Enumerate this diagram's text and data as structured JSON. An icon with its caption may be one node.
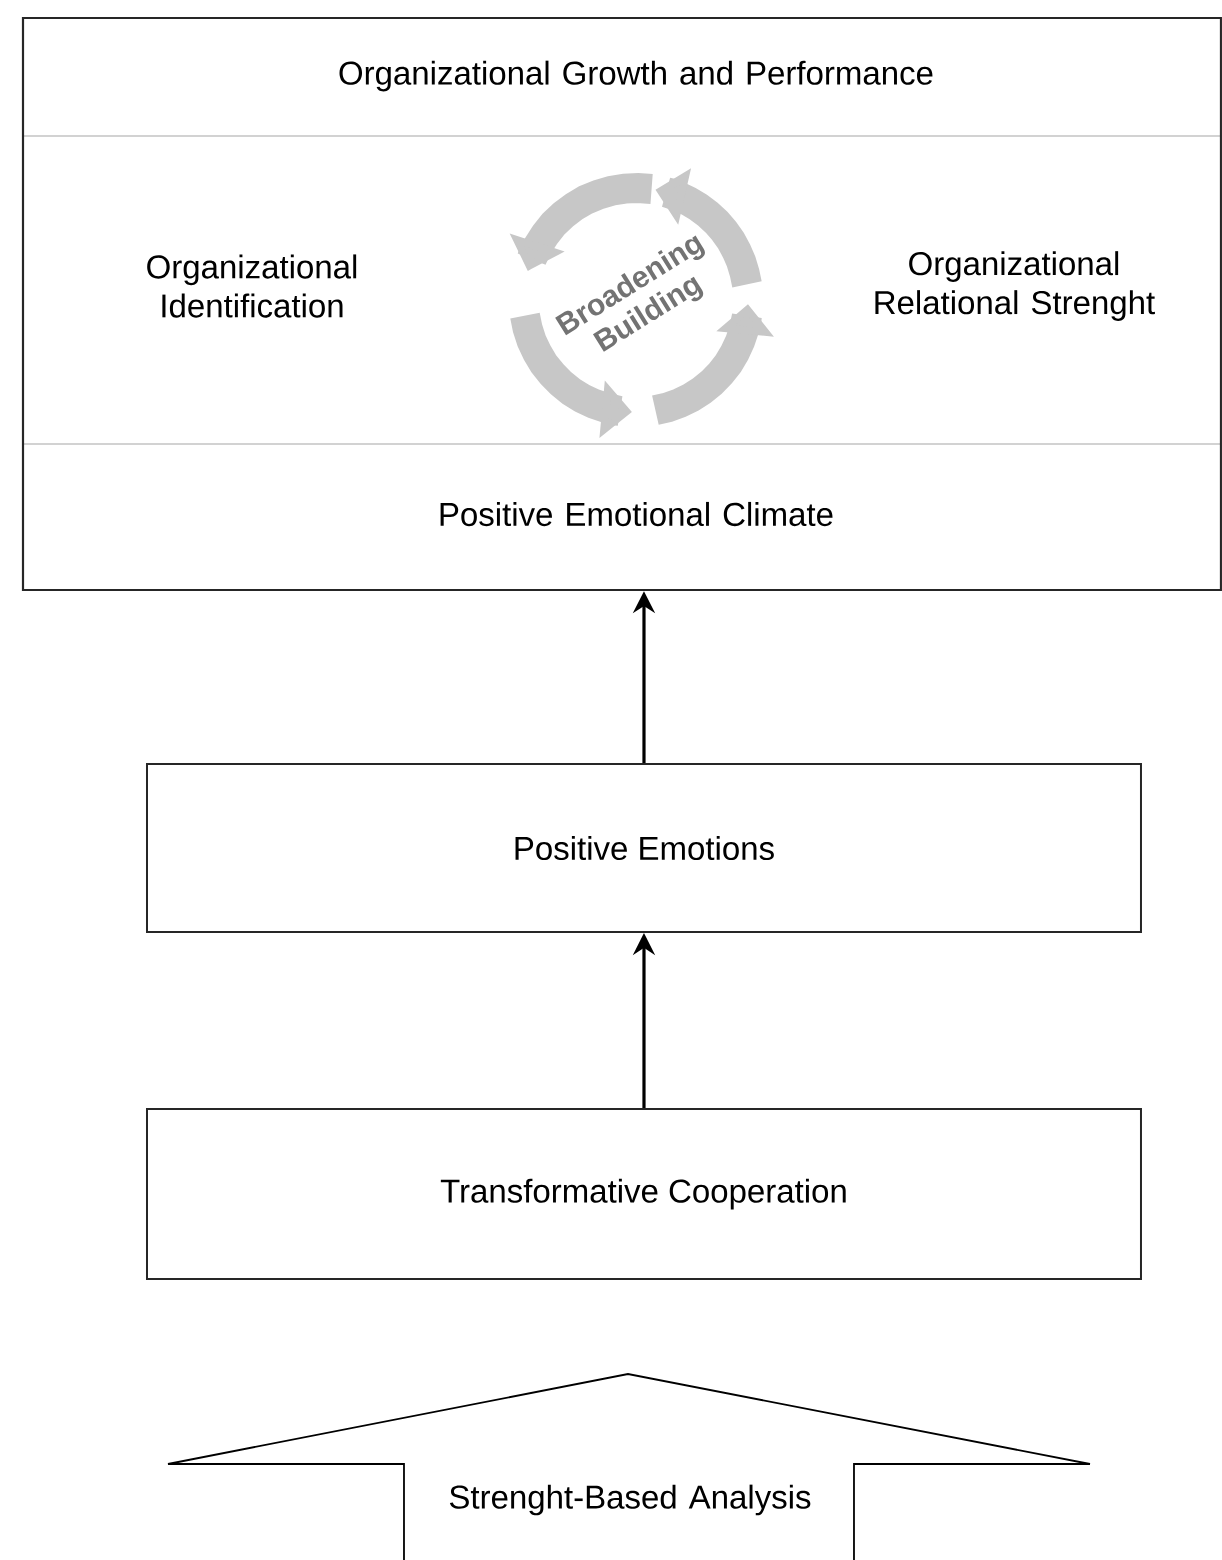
{
  "diagram": {
    "nodes": [
      {
        "text": [],
        "shape": "box"
      },
      {
        "text": [
          "Organizational Growth and Performance"
        ],
        "in": 0
      },
      {
        "text": [
          "Organizational Identification"
        ],
        "in": 0
      },
      {
        "text": [
          "Organizational Relational Strenght"
        ],
        "in": 0
      },
      {
        "text": [
          "Positive Emotional Climate"
        ],
        "in": 0
      },
      {
        "text": [
          "Positive Emotions"
        ]
      },
      {
        "text": [
          "Transformative Cooperation"
        ]
      },
      {
        "text": [
          "Strenght-Based Analysis"
        ]
      }
    ],
    "edges": [
      {
        "from": 5,
        "to": 0,
        "arrow": "to"
      },
      {
        "from": 6,
        "to": 5,
        "arrow": "to"
      }
    ],
    "labels": [
      "Broadening Building"
    ]
  }
}
